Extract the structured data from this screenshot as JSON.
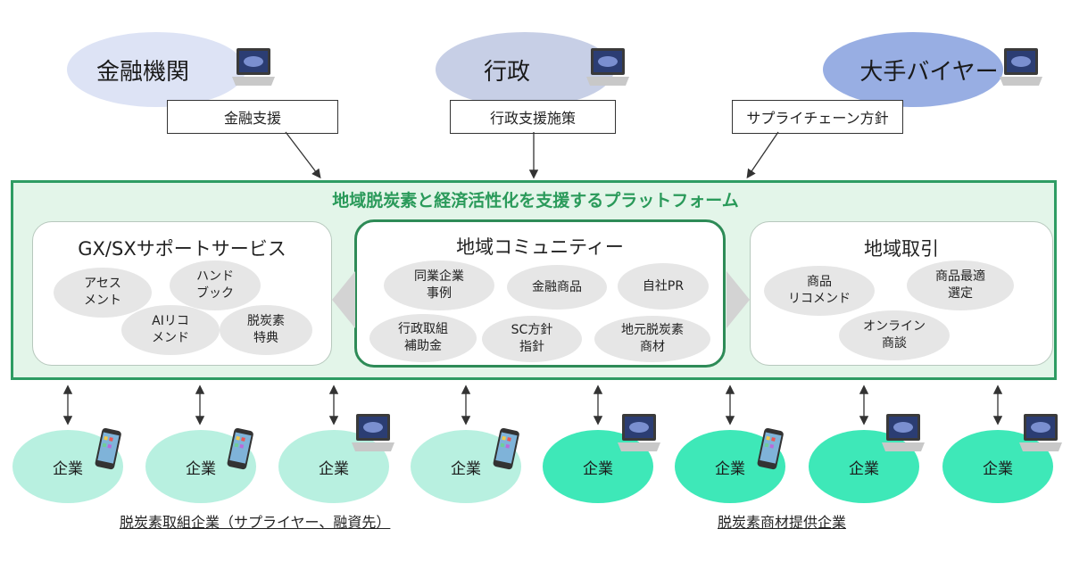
{
  "actors": [
    {
      "label": "金融機関",
      "box": "金融支援",
      "color": "#dde3f5"
    },
    {
      "label": "行政",
      "box": "行政支援施策",
      "color": "#c7cfe6"
    },
    {
      "label": "大手バイヤー",
      "box": "サプライチェーン方針",
      "color": "#98aee3"
    }
  ],
  "platform": {
    "title": "地域脱炭素と経済活性化を支援するプラットフォーム",
    "left_panel": {
      "title": "GX/SXサポートサービス",
      "items": [
        "アセス\nメント",
        "ハンド\nブック",
        "AIリコ\nメンド",
        "脱炭素\n特典"
      ]
    },
    "center_panel": {
      "title": "地域コミュニティー",
      "items": [
        "同業企業\n事例",
        "金融商品",
        "自社PR",
        "行政取組\n補助金",
        "SC方針\n指針",
        "地元脱炭素\n商材"
      ]
    },
    "right_panel": {
      "title": "地域取引",
      "items": [
        "商品\nリコメンド",
        "商品最適\n選定",
        "オンライン\n商談"
      ]
    }
  },
  "companies": {
    "label": "企業",
    "light_color": "#b8f0e0",
    "dark_color": "#3ee8b8"
  },
  "captions": {
    "left": "脱炭素取組企業（サプライヤー、融資先）",
    "right": "脱炭素商材提供企業"
  },
  "colors": {
    "platform_border": "#2e9c63",
    "platform_fill": "#e3f5e9",
    "title_green": "#2a9a5a"
  }
}
